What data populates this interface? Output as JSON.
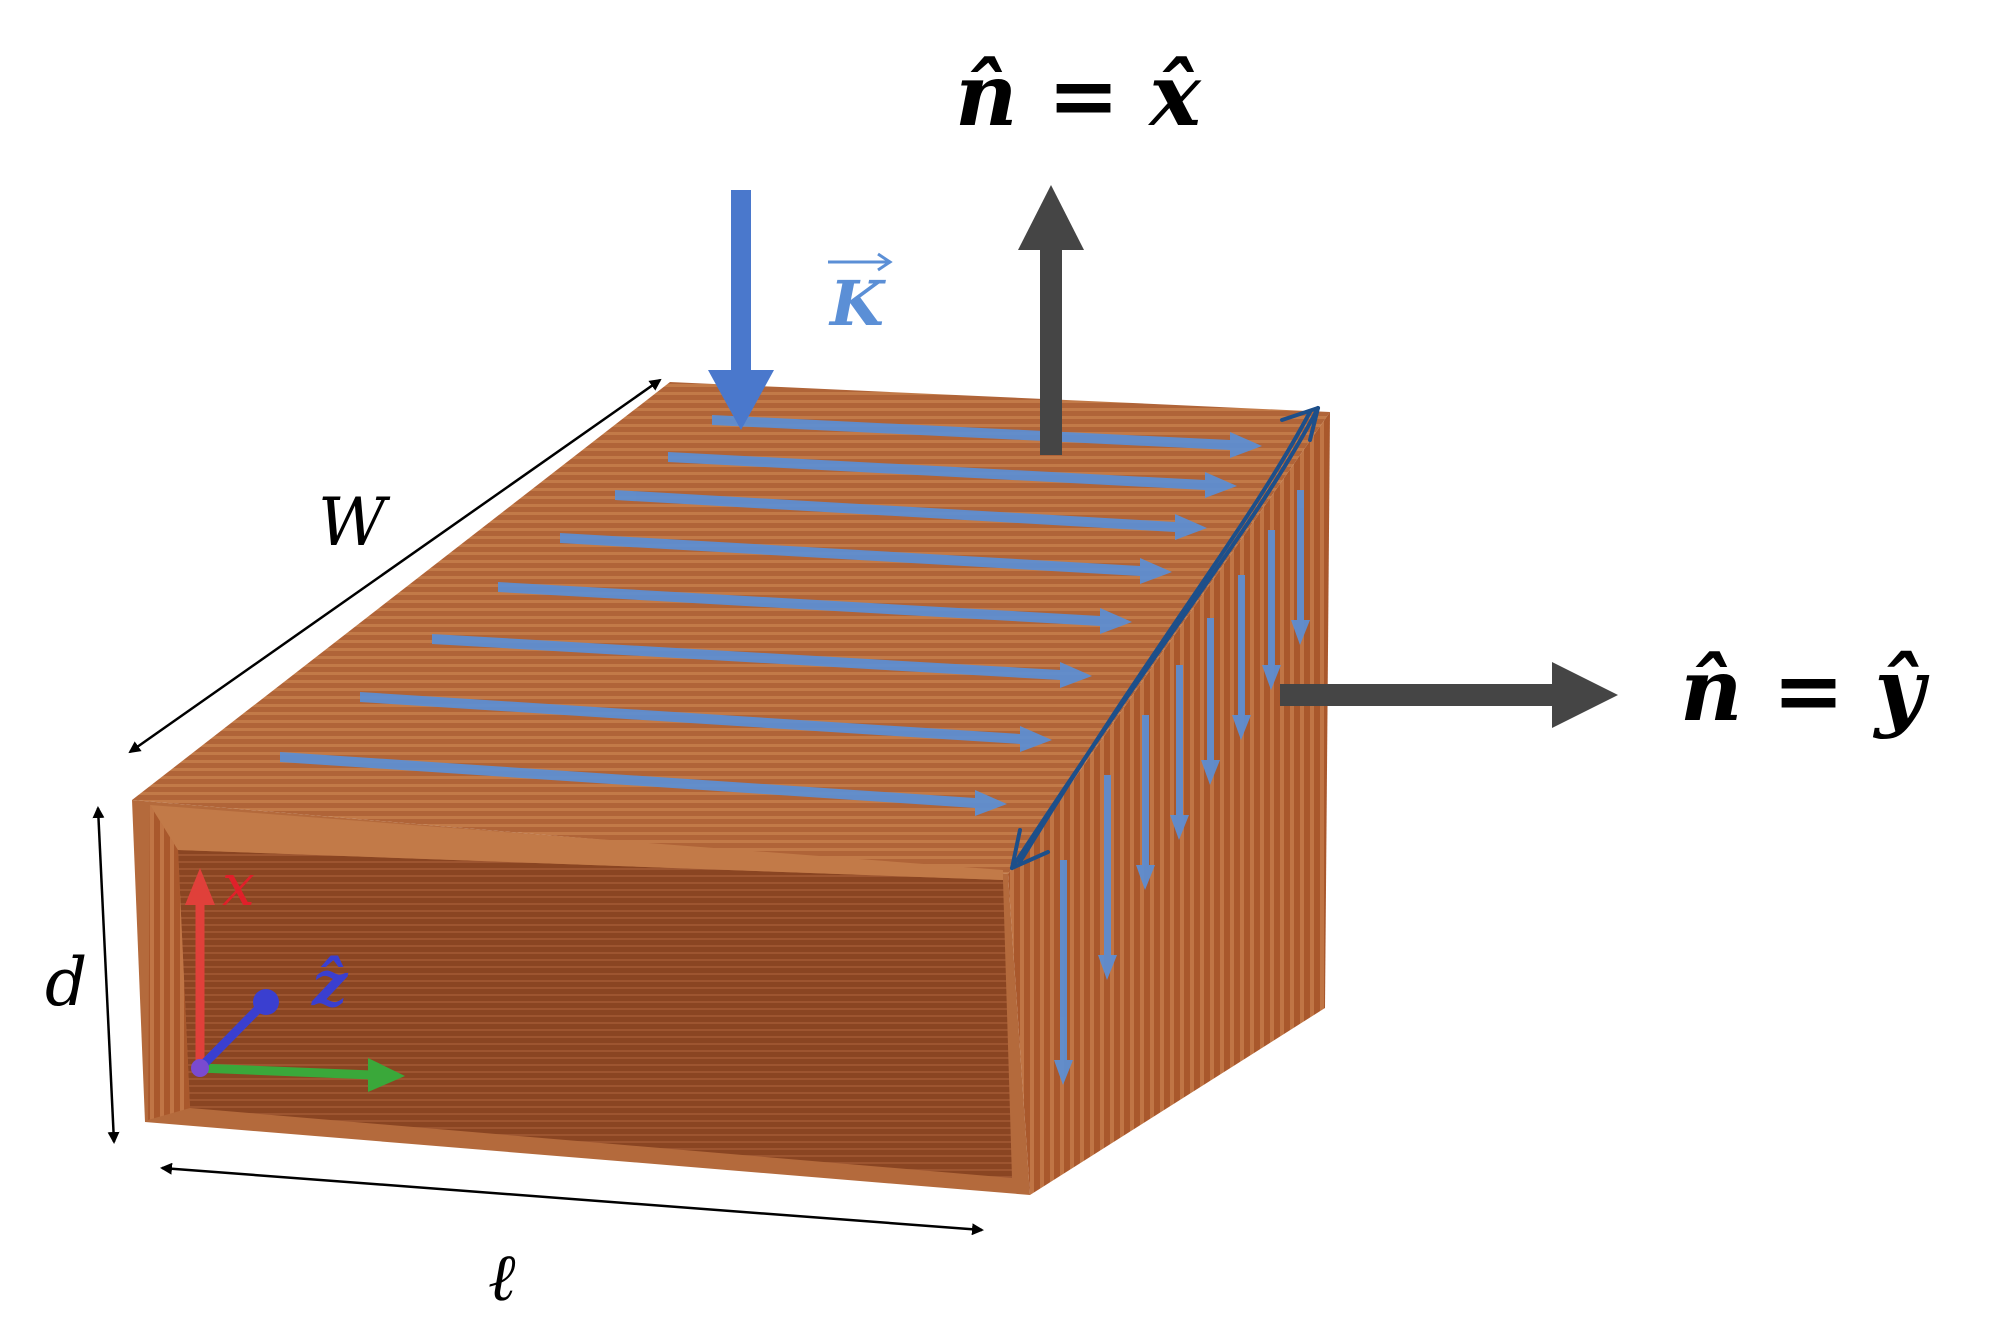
{
  "labels": {
    "normal_top": "n̂ = x̂",
    "normal_right": "n̂ = ŷ",
    "current_density": "K",
    "width": "W",
    "depth": "d",
    "length": "ℓ",
    "axis_x": "x",
    "axis_z": "ẑ"
  },
  "colors": {
    "copper_top": "#b4683b",
    "copper_front": "#a55a2f",
    "copper_inner": "#8b4a24",
    "copper_side": "#b8703f",
    "current_arrow": "#5b8fd6",
    "incoming_arrow": "#4a78cc",
    "normal_arrow": "#454545",
    "sketch_arrow": "#1d4f8a",
    "axis_x": "#e0403a",
    "axis_y": "#3aa83a",
    "axis_z": "#3a3fd0",
    "dimension_line": "#000000"
  },
  "icons": {
    "top_normal": "arrow-up-icon",
    "right_normal": "arrow-right-icon",
    "incoming_current": "arrow-down-icon"
  }
}
